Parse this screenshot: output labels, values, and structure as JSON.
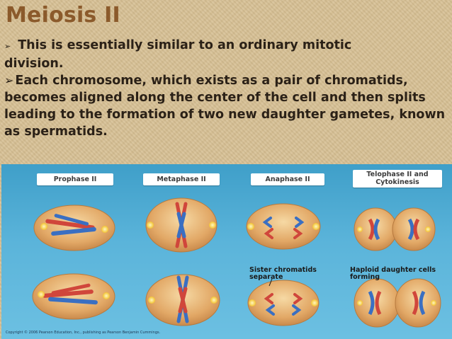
{
  "slide": {
    "title": "Meiosis II",
    "bullets": [
      {
        "marker": "➢",
        "line1": "This is essentially similar to an ordinary mitotic",
        "line2": "division."
      },
      {
        "marker": "➢",
        "text": "Each chromosome, which exists as a pair of chromatids, becomes aligned along the center of the cell and then splits leading to the formation of two new daughter gametes, known as spermatids."
      }
    ]
  },
  "figure": {
    "phase_labels": [
      "Prophase II",
      "Metaphase II",
      "Anaphase II",
      "Telophase II and Cytokinesis"
    ],
    "annotations": {
      "sister_chromatids": "Sister chromatids separate",
      "haploid": "Haploid daughter cells forming"
    },
    "copyright": "Copyright © 2006 Pearson Education, Inc., publishing as Pearson Benjamin Cummings.",
    "colors": {
      "background": "#4aa8d2",
      "cell": "#e6b070",
      "chromosome_red": "#d0463b",
      "chromosome_blue": "#3a6fc2",
      "centrosome": "#ffd84a"
    }
  }
}
